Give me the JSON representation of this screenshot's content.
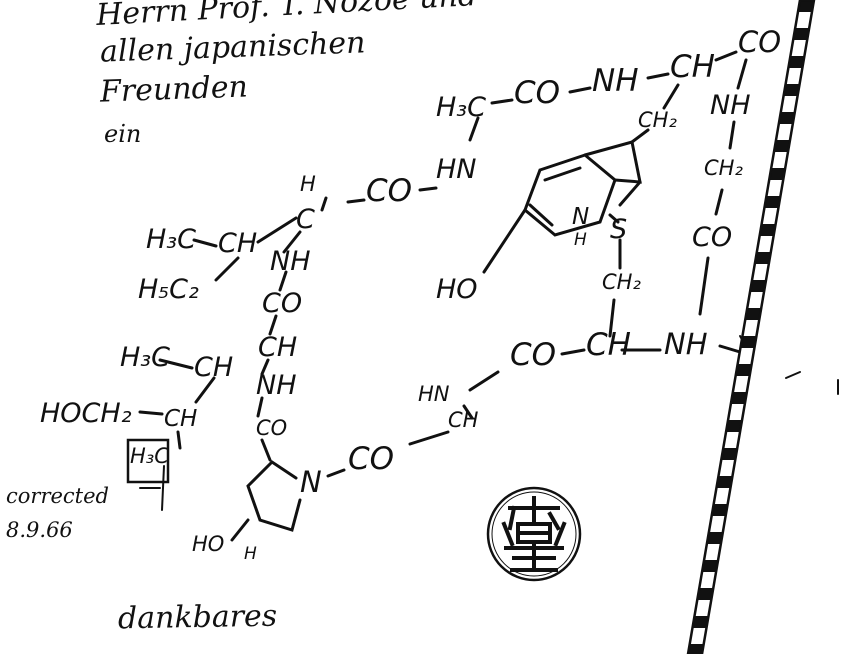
{
  "dedication": {
    "line1": "Herrn Prof. T. Nozoe und",
    "line2": "allen japanischen",
    "line3": "Freunden",
    "line4": "ein",
    "closing": "dankbares"
  },
  "structure": {
    "h3c_top": "H₃C",
    "co_top1": "CO",
    "nh_top": "NH",
    "ch_top": "CH",
    "co_top2": "CO",
    "ch2_trp": "CH₂",
    "nh_right": "NH",
    "ch2_right": "CH₂",
    "co_right": "CO",
    "h_ile": "H",
    "c_ile": "C",
    "co_mid": "CO",
    "hn_mid": "HN",
    "h3c_ile": "H₃C",
    "ch_ile": "CH",
    "h5c2_ile": "H₅C₂",
    "nh_ile": "NH",
    "co_ile": "CO",
    "n_indole": "N",
    "h_indole": "H",
    "s_bridge": "S",
    "ch2_cys": "CH₂",
    "ho_indole": "HO",
    "h3c_thr": "H₃C",
    "ch_thr_side": "CH",
    "ch_thr": "CH",
    "nh_thr": "NH",
    "co_thr": "CO",
    "hoch2": "HOCH₂",
    "ch_hyd": "CH",
    "h3c_box": "H₃C",
    "co_cys": "CO",
    "ch_cys": "CH",
    "nh_cys": "NH",
    "hn_ala": "HN",
    "ch_ala": "CH",
    "co_ala": "CO",
    "n_pro": "N",
    "co_pro": "CO",
    "ho_pro": "HO",
    "h_pro": "H"
  },
  "note": {
    "line1": "corrected",
    "line2": "8.9.66"
  },
  "colors": {
    "ink": "#111111",
    "paper": "#ffffff"
  },
  "icons": {
    "stamp": "personal-seal-stamp",
    "border": "striped-pole-border"
  }
}
